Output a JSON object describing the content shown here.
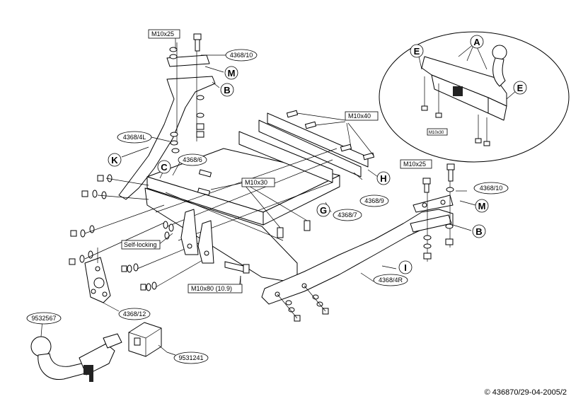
{
  "letters": {
    "a": "A",
    "b": "B",
    "c": "C",
    "e": "E",
    "g": "G",
    "h": "H",
    "i": "I",
    "k": "K",
    "m": "M"
  },
  "bolts": {
    "m10x25": "M10x25",
    "m10x40": "M10x40",
    "m10x30": "M10x30",
    "m10x80": "M10x80 (10.9)",
    "self_locking": "Self-locking"
  },
  "parts": {
    "p4368_10": "4368/10",
    "p4368_4l": "4368/4L",
    "p4368_6": "4368/6",
    "p4368_9": "4368/9",
    "p4368_7": "4368/7",
    "p4368_12": "4368/12",
    "p4368_4r": "4368/4R",
    "p9532567": "9532567",
    "p9531241": "9531241"
  },
  "copyright": "© 436870/29-04-2005/2"
}
